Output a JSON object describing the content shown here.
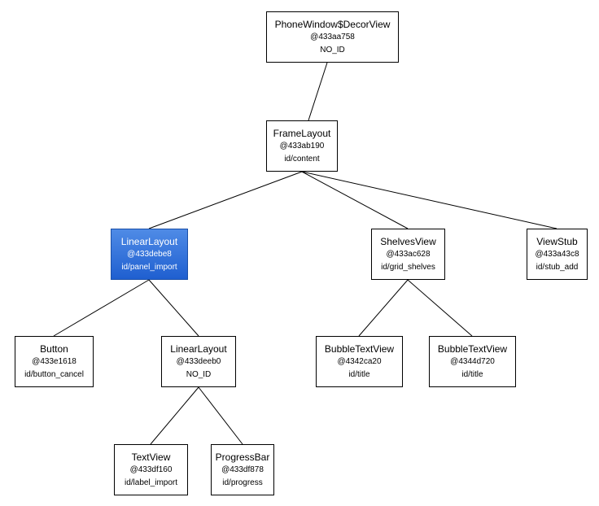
{
  "nodes": {
    "decor": {
      "class_name": "PhoneWindow$DecorView",
      "hash": "@433aa758",
      "view_id": "NO_ID"
    },
    "frame": {
      "class_name": "FrameLayout",
      "hash": "@433ab190",
      "view_id": "id/content"
    },
    "linear1": {
      "class_name": "LinearLayout",
      "hash": "@433debe8",
      "view_id": "id/panel_import",
      "selected": true
    },
    "shelves": {
      "class_name": "ShelvesView",
      "hash": "@433ac628",
      "view_id": "id/grid_shelves"
    },
    "stub": {
      "class_name": "ViewStub",
      "hash": "@433a43c8",
      "view_id": "id/stub_add"
    },
    "button": {
      "class_name": "Button",
      "hash": "@433e1618",
      "view_id": "id/button_cancel"
    },
    "linear2": {
      "class_name": "LinearLayout",
      "hash": "@433deeb0",
      "view_id": "NO_ID"
    },
    "bubble1": {
      "class_name": "BubbleTextView",
      "hash": "@4342ca20",
      "view_id": "id/title"
    },
    "bubble2": {
      "class_name": "BubbleTextView",
      "hash": "@4344d720",
      "view_id": "id/title"
    },
    "text": {
      "class_name": "TextView",
      "hash": "@433df160",
      "view_id": "id/label_import"
    },
    "progress": {
      "class_name": "ProgressBar",
      "hash": "@433df878",
      "view_id": "id/progress"
    }
  },
  "edges": [
    [
      "decor",
      "frame"
    ],
    [
      "frame",
      "linear1"
    ],
    [
      "frame",
      "shelves"
    ],
    [
      "frame",
      "stub"
    ],
    [
      "linear1",
      "button"
    ],
    [
      "linear1",
      "linear2"
    ],
    [
      "shelves",
      "bubble1"
    ],
    [
      "shelves",
      "bubble2"
    ],
    [
      "linear2",
      "text"
    ],
    [
      "linear2",
      "progress"
    ]
  ],
  "colors": {
    "selected_fill": "#2a6ad8",
    "line": "#000000"
  }
}
